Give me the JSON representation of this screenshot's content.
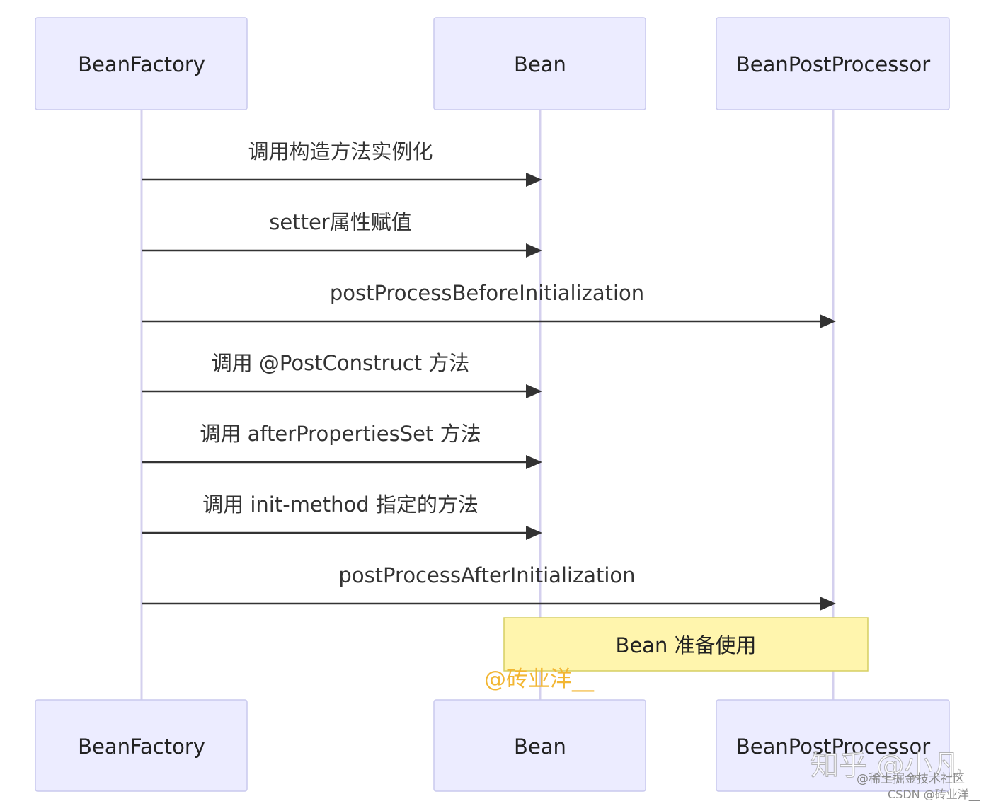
{
  "participants": [
    {
      "id": "bf",
      "label": "BeanFactory"
    },
    {
      "id": "bean",
      "label": "Bean"
    },
    {
      "id": "bpp",
      "label": "BeanPostProcessor"
    }
  ],
  "messages": [
    {
      "from": "bf",
      "to": "bean",
      "label": "调用构造方法实例化"
    },
    {
      "from": "bf",
      "to": "bean",
      "label": "setter属性赋值"
    },
    {
      "from": "bf",
      "to": "bpp",
      "label": "postProcessBeforeInitialization"
    },
    {
      "from": "bf",
      "to": "bean",
      "label": "调用 @PostConstruct 方法"
    },
    {
      "from": "bf",
      "to": "bean",
      "label": "调用 afterPropertiesSet 方法"
    },
    {
      "from": "bf",
      "to": "bean",
      "label": "调用 init-method 指定的方法"
    },
    {
      "from": "bf",
      "to": "bpp",
      "label": "postProcessAfterInitialization"
    }
  ],
  "note": {
    "over": [
      "bean",
      "bpp"
    ],
    "text": "Bean 准备使用"
  },
  "watermarks": {
    "author": "@砖业洋__",
    "zhihu": "知乎 @小凡",
    "juejin": "@稀土掘金技术社区",
    "csdn": "CSDN @砖业洋__"
  },
  "colors": {
    "actor_fill": "#ececff",
    "actor_border": "#c9c9ee",
    "lifeline": "#d4d0ee",
    "arrow": "#333333",
    "note_fill": "#fff5ad",
    "note_border": "#d6cf62",
    "author_watermark": "#f2b632"
  }
}
